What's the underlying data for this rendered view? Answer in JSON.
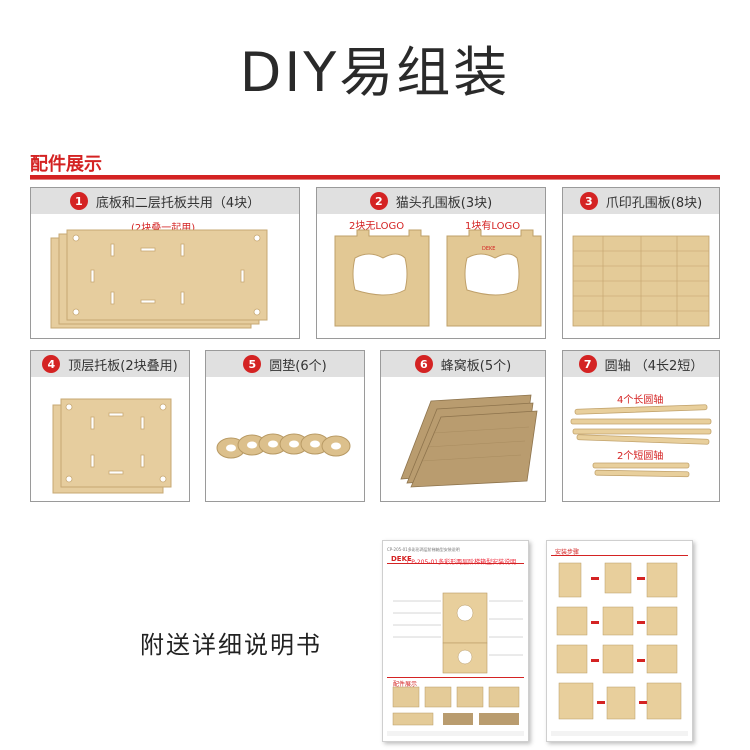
{
  "title": "DIY易组装",
  "section": "配件展示",
  "parts": [
    {
      "num": "1",
      "label": "底板和二层托板共用（4块）",
      "note": "(2块叠一起用)"
    },
    {
      "num": "2",
      "label": "猫头孔围板(3块)",
      "note_left": "2块无LOGO",
      "note_right": "1块有LOGO"
    },
    {
      "num": "3",
      "label": "爪印孔围板(8块)"
    },
    {
      "num": "4",
      "label": "顶层托板(2块叠用)"
    },
    {
      "num": "5",
      "label": "圆垫(6个)"
    },
    {
      "num": "6",
      "label": "蜂窝板(5个)"
    },
    {
      "num": "7",
      "label": "圆轴 （4长2短）",
      "note_long": "4个长圆轴",
      "note_short": "2个短圆轴"
    }
  ],
  "bottom_text": "附送详细说明书",
  "manual": {
    "brand": "DEKE",
    "model_title": "CP-205-01多彩形两层阶梯箱型安装说明",
    "header_small": "CP-205-01多彩形两层阶梯箱型安装说明",
    "parts_caption": "配件展示",
    "step_title": "安装步骤"
  },
  "colors": {
    "accent": "#d42323",
    "board": "#e8cfa0",
    "board_edge": "#c9ac78",
    "cardboard": "#b89b6e"
  }
}
